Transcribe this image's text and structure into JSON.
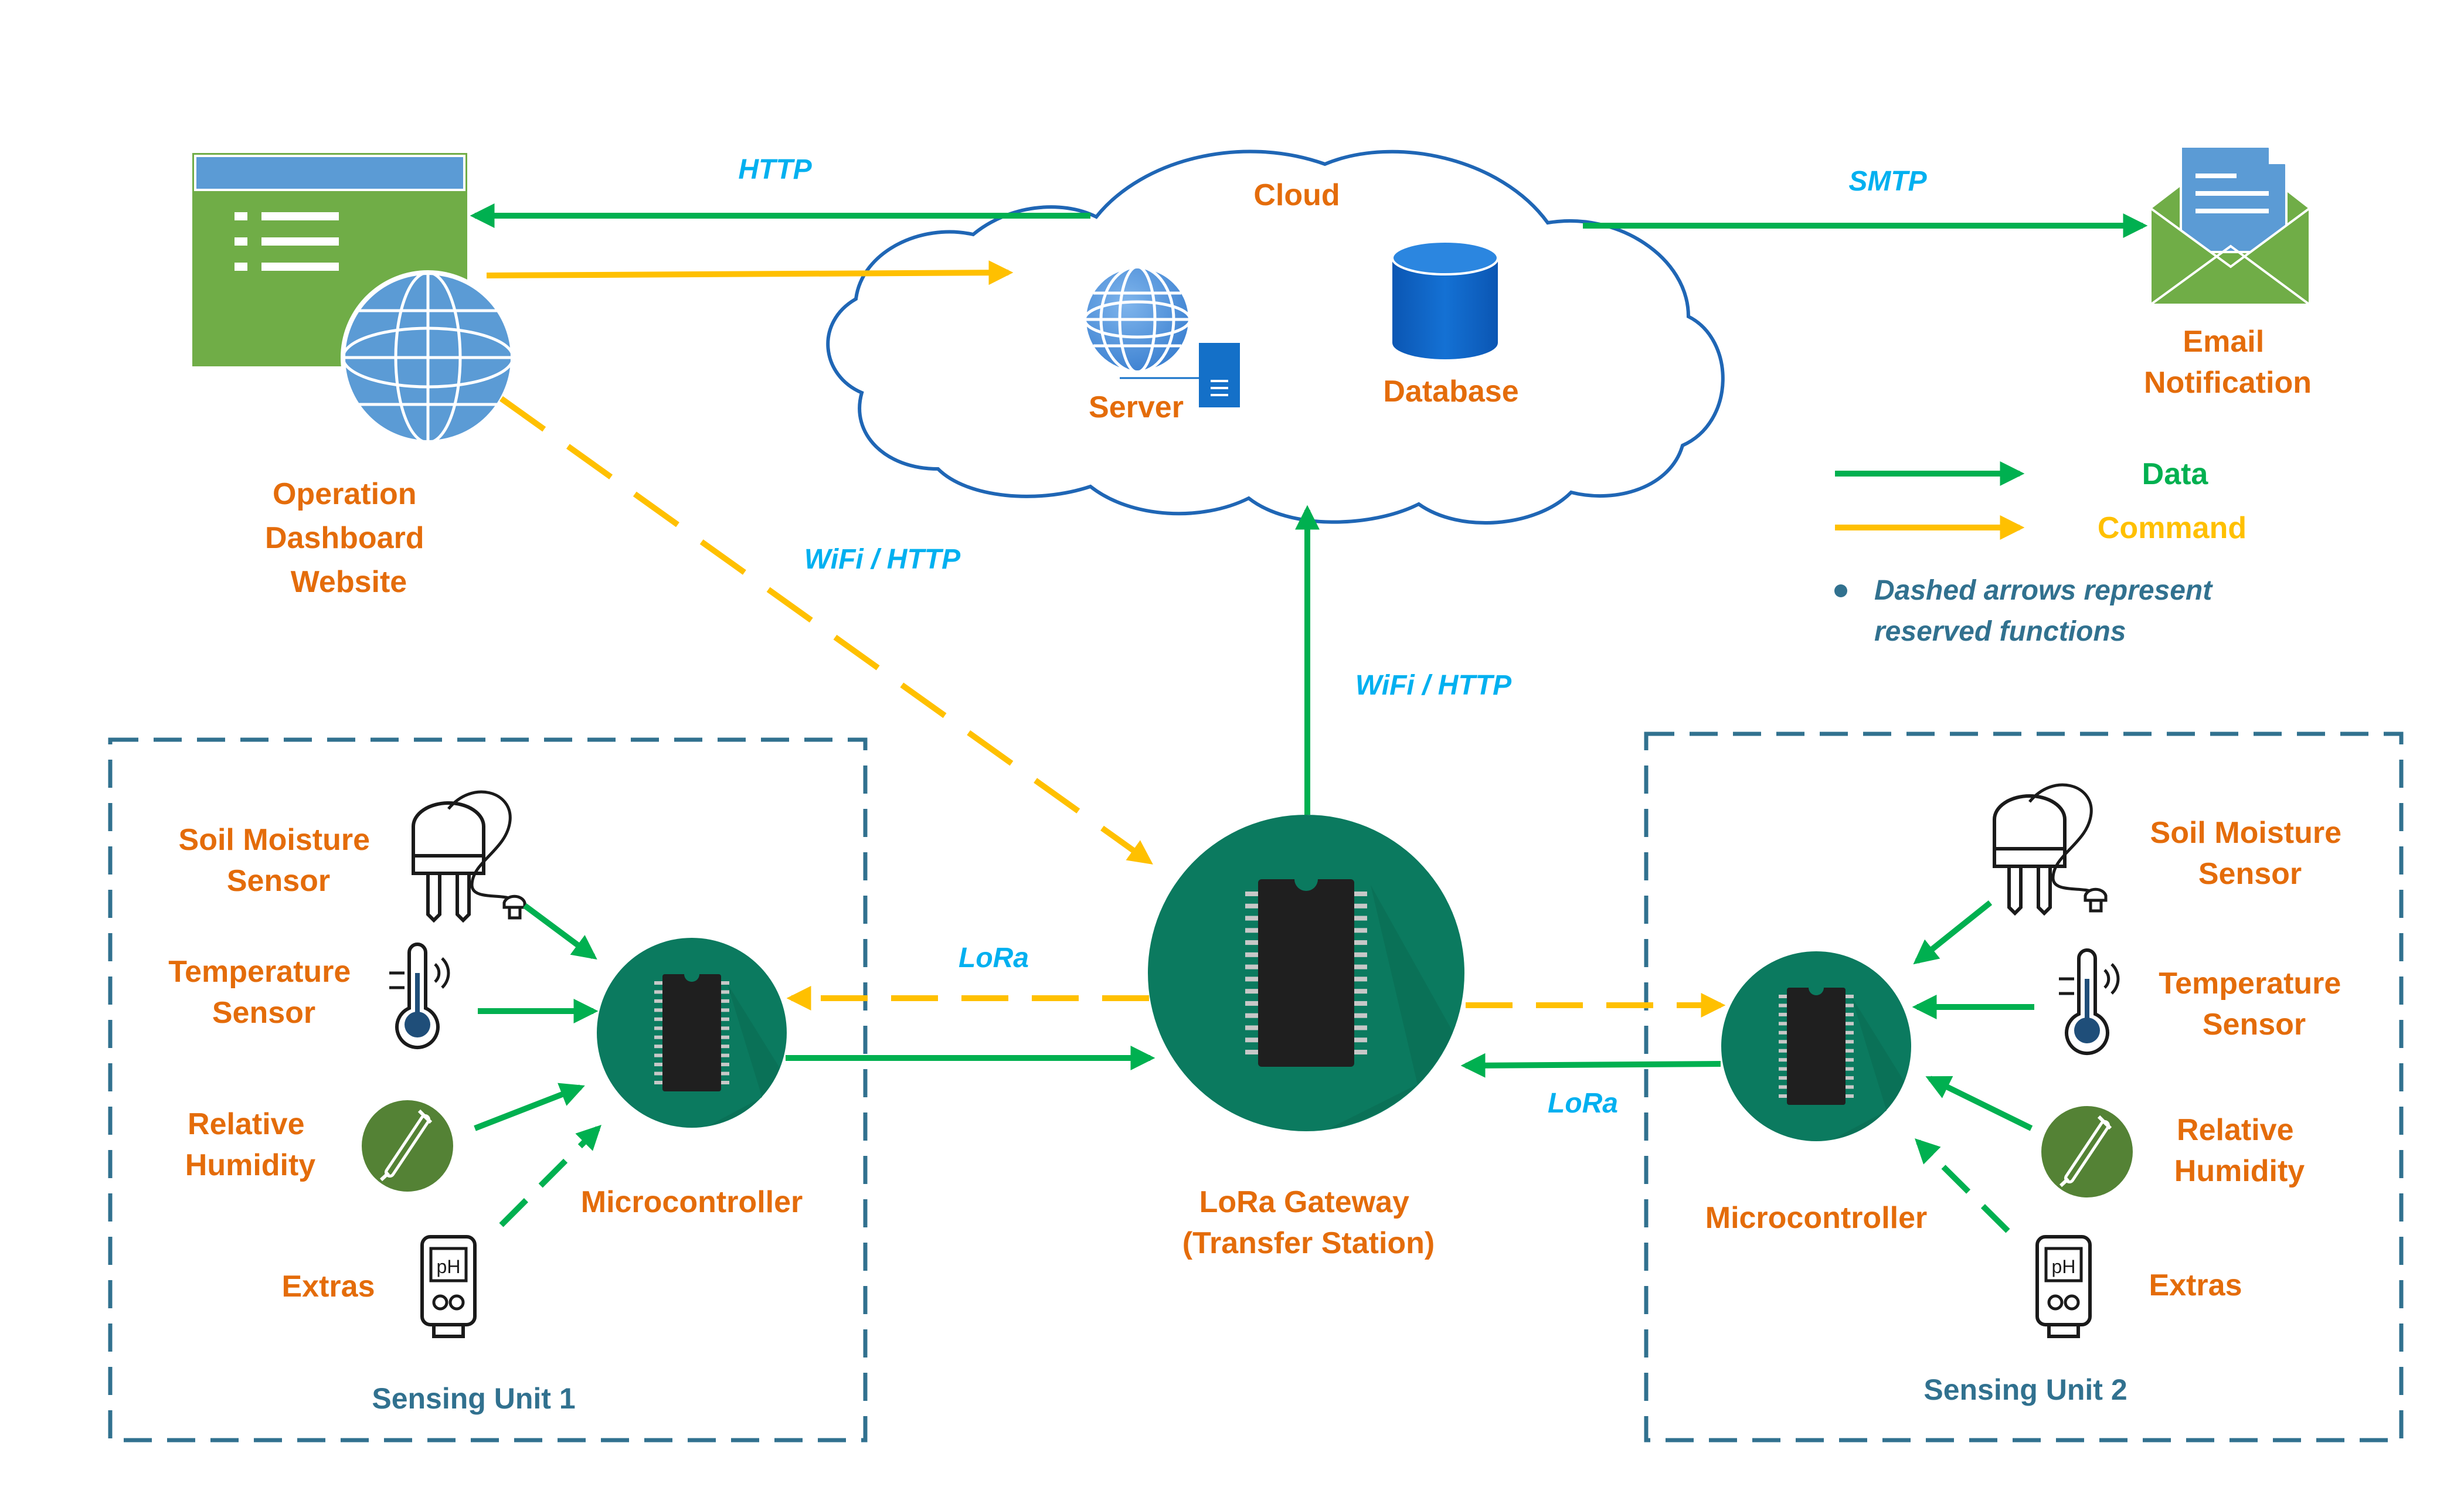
{
  "cloud": {
    "title": "Cloud",
    "server_label": "Server",
    "database_label": "Database"
  },
  "dashboard": {
    "label_lines": [
      "Operation",
      "Dashboard",
      "Website"
    ]
  },
  "email": {
    "label_lines": [
      "Email",
      "Notification"
    ]
  },
  "gateway": {
    "label_lines": [
      "LoRa Gateway",
      "(Transfer Station)"
    ]
  },
  "protocols": {
    "http": "HTTP",
    "smtp": "SMTP",
    "wifi_http_dashboard": "WiFi / HTTP",
    "wifi_http_gateway": "WiFi / HTTP",
    "lora_unit1": "LoRa",
    "lora_unit2": "LoRa"
  },
  "legend": {
    "data": "Data",
    "command": "Command",
    "note_lines": [
      "Dashed arrows represent",
      "reserved functions"
    ]
  },
  "unit1": {
    "title": "Sensing Unit 1",
    "microcontroller": "Microcontroller",
    "soil": [
      "Soil Moisture",
      "Sensor"
    ],
    "temp": [
      "Temperature",
      "Sensor"
    ],
    "humidity": [
      "Relative",
      "Humidity"
    ],
    "extras": "Extras"
  },
  "unit2": {
    "title": "Sensing Unit 2",
    "microcontroller": "Microcontroller",
    "soil": [
      "Soil Moisture",
      "Sensor"
    ],
    "temp": [
      "Temperature",
      "Sensor"
    ],
    "humidity": [
      "Relative",
      "Humidity"
    ],
    "extras": "Extras"
  },
  "sensor_icons": {
    "ph_meter_text": "pH"
  },
  "colors": {
    "data": "#00b050",
    "command": "#ffc000",
    "label_orange": "#e46c0a",
    "protocol_blue": "#00b0f0",
    "unit_border": "#31718f",
    "chip_circle": "#0b7a5f",
    "cloud_border": "#1f66b5",
    "dashboard_green": "#70ad47"
  }
}
